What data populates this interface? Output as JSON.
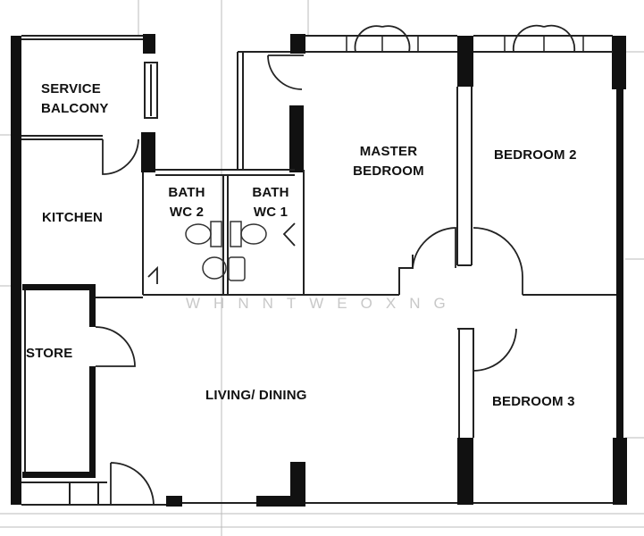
{
  "rooms": {
    "service_balcony": {
      "line1": "SERVICE",
      "line2": "BALCONY"
    },
    "kitchen": {
      "line1": "KITCHEN"
    },
    "bath_wc2": {
      "line1": "BATH",
      "line2": "WC 2"
    },
    "bath_wc1": {
      "line1": "BATH",
      "line2": "WC 1"
    },
    "master_bedroom": {
      "line1": "MASTER",
      "line2": "BEDROOM"
    },
    "bedroom2": {
      "line1": "BEDROOM 2"
    },
    "bedroom3": {
      "line1": "BEDROOM 3"
    },
    "store": {
      "line1": "STORE"
    },
    "living_dining": {
      "line1": "LIVING/ DINING"
    }
  },
  "watermark": {
    "text": "WHNNTWEOXNG"
  },
  "colors": {
    "wall": "#111111",
    "line": "#222222",
    "grid": "#bbbbbb",
    "background": "#ffffff"
  }
}
